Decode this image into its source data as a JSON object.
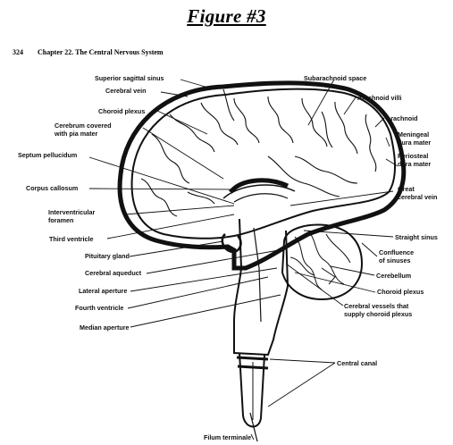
{
  "figure_title": "Figure #3",
  "page_header": {
    "page_number": "324",
    "chapter_title": "Chapter 22. The Central Nervous System"
  },
  "labels": {
    "left": {
      "superior_sagittal_sinus": "Superior sagittal sinus",
      "cerebral_vein": "Cerebral vein",
      "choroid_plexus_top": "Choroid plexus",
      "cerebrum_covered_1": "Cerebrum covered",
      "cerebrum_covered_2": "with pia mater",
      "septum_pellucidum": "Septum pellucidum",
      "corpus_callosum": "Corpus callosum",
      "interventricular_1": "Interventricular",
      "interventricular_2": "foramen",
      "third_ventricle": "Third ventricle",
      "pituitary_gland": "Pituitary gland",
      "cerebral_aqueduct": "Cerebral aqueduct",
      "lateral_aperture": "Lateral aperture",
      "fourth_ventricle": "Fourth ventricle",
      "median_aperture": "Median aperture",
      "filum_terminale": "Filum terminale"
    },
    "right": {
      "subarachnoid_space": "Subarachnoid space",
      "arachnoid_villi": "Arachnoid villi",
      "arachnoid": "Arachnoid",
      "meningeal_1": "Meningeal",
      "meningeal_2": "dura mater",
      "periosteal_1": "Periosteal",
      "periosteal_2": "dura mater",
      "great_vein_1": "Great",
      "great_vein_2": "cerebral vein",
      "straight_sinus": "Straight sinus",
      "confluence_1": "Confluence",
      "confluence_2": "of sinuses",
      "cerebellum": "Cerebellum",
      "choroid_plexus_bottom": "Choroid plexus",
      "cerebral_vessels_1": "Cerebral vessels that",
      "cerebral_vessels_2": "supply choroid plexus",
      "central_canal": "Central canal"
    }
  }
}
